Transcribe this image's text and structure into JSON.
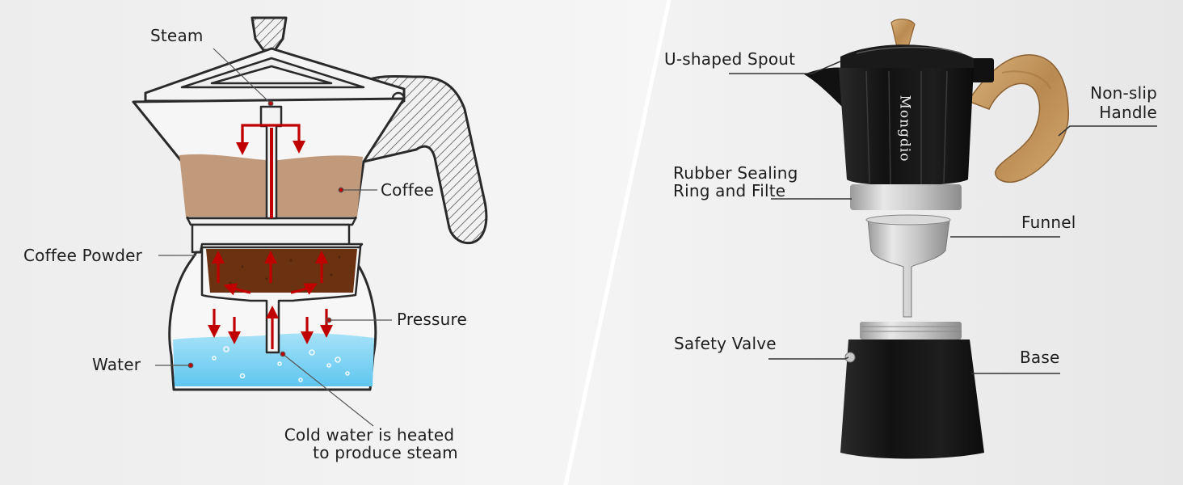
{
  "left_labels": {
    "steam": "Steam",
    "coffee": "Coffee",
    "coffee_powder": "Coffee Powder",
    "pressure": "Pressure",
    "water": "Water",
    "cold_water_line1": "Cold water is heated",
    "cold_water_line2": "to produce steam"
  },
  "right_labels": {
    "spout": "U-shaped Spout",
    "handle_line1": "Non-slip",
    "handle_line2": "Handle",
    "seal_line1": "Rubber Sealing",
    "seal_line2": "Ring and Filte",
    "funnel": "Funnel",
    "valve": "Safety Valve",
    "base": "Base"
  },
  "brand": "Mongdio",
  "colors": {
    "arrow_red": "#c00000",
    "coffee_brown": "#c19a7c",
    "grounds": "#6b3212",
    "water_blue": "#7dd3f4",
    "pot_black": "#1b1b1b",
    "handle_wood": "#c9a068"
  }
}
